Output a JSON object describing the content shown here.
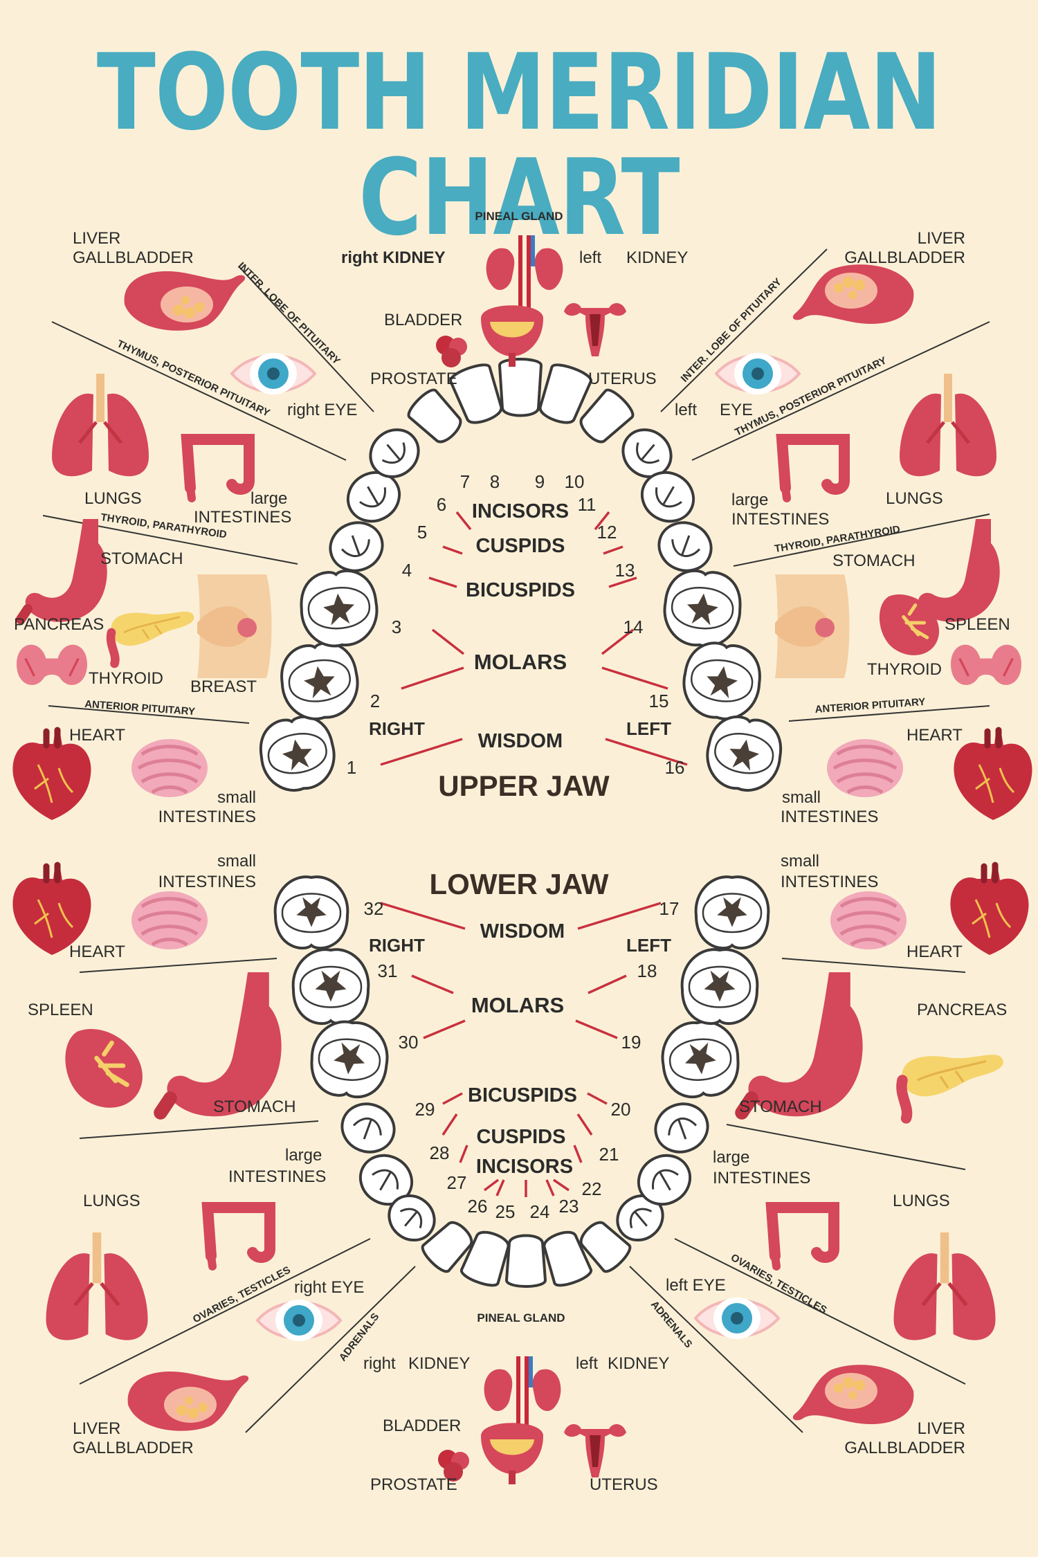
{
  "title": "TOOTH MERIDIAN CHART",
  "colors": {
    "background": "#fbf0d7",
    "title": "#49acc1",
    "text": "#2b2b2b",
    "connector": "#c9303f",
    "organ_red": "#d5475a",
    "organ_pink": "#e9a0b0",
    "tooth_fill": "#ffffff",
    "tooth_outline": "#3a3a3a"
  },
  "upper_jaw": {
    "heading": "UPPER JAW",
    "side_right": "RIGHT",
    "side_left": "LEFT",
    "tooth_numbers": [
      "1",
      "2",
      "3",
      "4",
      "5",
      "6",
      "7",
      "8",
      "9",
      "10",
      "11",
      "12",
      "13",
      "14",
      "15",
      "16"
    ],
    "groups": [
      "INCISORS",
      "CUSPIDS",
      "BICUSPIDS",
      "MOLARS",
      "WISDOM"
    ],
    "glands": [
      "INTER. LOBE OF PITUITARY",
      "THYMUS, POSTERIOR PITUITARY",
      "THYROID,  PARATHYROID",
      "ANTERIOR PITUITARY",
      "INTER. LOBE OF PITUITARY",
      "THYMUS, POSTERIOR PITUITARY",
      "THYROID,  PARATHYROID",
      "ANTERIOR PITUITARY"
    ],
    "top_labels": [
      "PINEAL GLAND",
      "right  KIDNEY",
      "left",
      "KIDNEY",
      "BLADDER",
      "PROSTATE",
      "UTERUS",
      "right EYE",
      "left",
      "EYE"
    ],
    "right_side_labels": [
      "LIVER",
      "GALLBLADDER",
      "LUNGS",
      "large",
      "INTESTINES",
      "STOMACH",
      "PANCREAS",
      "THYROID",
      "BREAST",
      "HEART",
      "small",
      "INTESTINES"
    ],
    "left_side_labels": [
      "LIVER",
      "GALLBLADDER",
      "large",
      "INTESTINES",
      "LUNGS",
      "STOMACH",
      "SPLEEN",
      "THYROID",
      "HEART",
      "small",
      "INTESTINES"
    ]
  },
  "lower_jaw": {
    "heading": "LOWER JAW",
    "side_right": "RIGHT",
    "side_left": "LEFT",
    "tooth_numbers": [
      "17",
      "18",
      "19",
      "20",
      "21",
      "22",
      "23",
      "24",
      "25",
      "26",
      "27",
      "28",
      "29",
      "30",
      "31",
      "32"
    ],
    "groups": [
      "WISDOM",
      "MOLARS",
      "BICUSPIDS",
      "CUSPIDS",
      "INCISORS"
    ],
    "glands": [
      "OVARIES, TESTICLES",
      "ADRENALS",
      "OVARIES, TESTICLES",
      "ADRENALS"
    ],
    "bottom_labels": [
      "PINEAL GLAND",
      "right",
      "KIDNEY",
      "left",
      "KIDNEY",
      "BLADDER",
      "PROSTATE",
      "UTERUS",
      "right  EYE",
      "left  EYE"
    ],
    "right_side_labels": [
      "small",
      "INTESTINES",
      "HEART",
      "SPLEEN",
      "STOMACH",
      "large",
      "INTESTINES",
      "LUNGS",
      "LIVER",
      "GALLBLADDER"
    ],
    "left_side_labels": [
      "small",
      "INTESTINES",
      "HEART",
      "PANCREAS",
      "STOMACH",
      "large",
      "INTESTINES",
      "LUNGS",
      "LIVER",
      "GALLBLADDER"
    ]
  },
  "organ_icons": [
    "liver-icon",
    "eye-icon",
    "kidney-icon",
    "bladder-icon",
    "prostate-icon",
    "uterus-icon",
    "lungs-icon",
    "intestines-icon",
    "stomach-icon",
    "pancreas-icon",
    "spleen-icon",
    "thyroid-icon",
    "breast-icon",
    "heart-icon",
    "small-intestines-icon"
  ]
}
